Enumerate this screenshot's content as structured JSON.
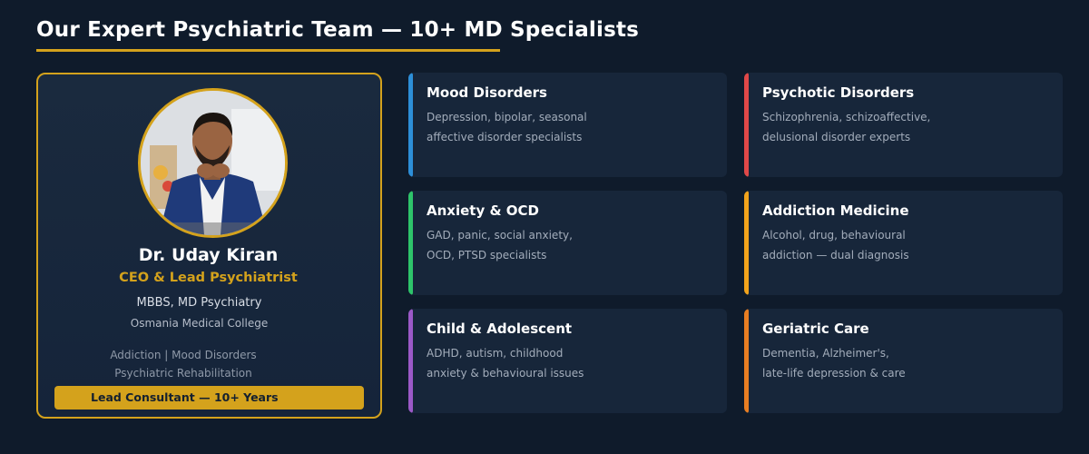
{
  "page": {
    "title": "Our Expert Psychiatric Team — 10+ MD Specialists"
  },
  "doctor": {
    "name": "Dr. Uday Kiran",
    "role": "CEO & Lead Psychiatrist",
    "degree": "MBBS, MD Psychiatry",
    "college": "Osmania Medical College",
    "focus_line1": "Addiction | Mood Disorders",
    "focus_line2": "Psychiatric Rehabilitation",
    "badge": "Lead Consultant — 10+ Years"
  },
  "specialties": [
    {
      "title": "Mood Disorders",
      "line1": "Depression, bipolar, seasonal",
      "line2": "affective disorder specialists",
      "color": "#2d8fd8"
    },
    {
      "title": "Psychotic Disorders",
      "line1": "Schizophrenia, schizoaffective,",
      "line2": "delusional disorder experts",
      "color": "#e04848"
    },
    {
      "title": "Anxiety & OCD",
      "line1": "GAD, panic, social anxiety,",
      "line2": "OCD, PTSD specialists",
      "color": "#2ec46a"
    },
    {
      "title": "Addiction Medicine",
      "line1": "Alcohol, drug, behavioural",
      "line2": "addiction — dual diagnosis",
      "color": "#f2a31b"
    },
    {
      "title": "Child & Adolescent",
      "line1": "ADHD, autism, childhood",
      "line2": "anxiety & behavioural issues",
      "color": "#9b59c7"
    },
    {
      "title": "Geriatric Care",
      "line1": "Dementia, Alzheimer's,",
      "line2": "late-life depression & care",
      "color": "#e87e22"
    }
  ],
  "colors": {
    "background": "#0f1b2b",
    "accent": "#d4a21c",
    "card": "#17263a"
  }
}
